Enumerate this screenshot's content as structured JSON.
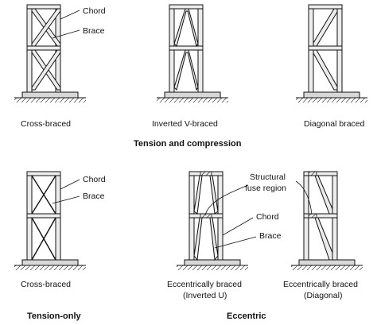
{
  "labels": {
    "chord_top": "Chord",
    "brace_top": "Brace",
    "chord_bottom": "Chord",
    "brace_bottom": "Brace",
    "structural_line1": "Structural",
    "structural_line2": "fuse region",
    "chord_ecc": "Chord",
    "brace_ecc": "Brace"
  },
  "captions": {
    "cross_braced_top": "Cross-braced",
    "inverted_v": "Inverted V-braced",
    "diagonal": "Diagonal braced",
    "cross_braced_bottom": "Cross-braced",
    "ecc_u_line1": "Eccentrically braced",
    "ecc_u_line2": "(Inverted U)",
    "ecc_diag_line1": "Eccentrically braced",
    "ecc_diag_line2": "(Diagonal)"
  },
  "groups": {
    "tension_compression": "Tension and compression",
    "tension_only": "Tension-only",
    "eccentric": "Eccentric"
  }
}
